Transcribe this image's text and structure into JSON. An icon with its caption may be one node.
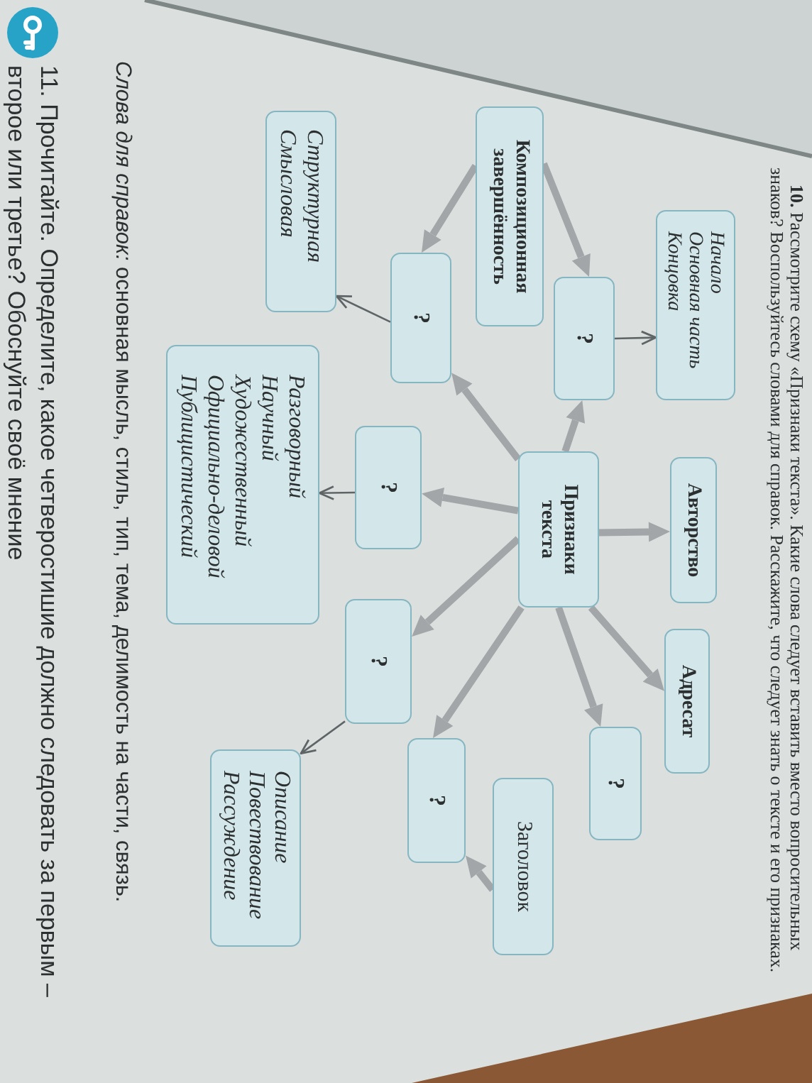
{
  "diagram": {
    "nodes": [
      {
        "text": [
          "Начало",
          "Основная часть",
          "Концовка"
        ]
      },
      {
        "text": [
          "Авторство"
        ]
      },
      {
        "text": [
          "Адресат"
        ]
      },
      {
        "text": [
          "?"
        ]
      },
      {
        "text": [
          "?"
        ]
      },
      {
        "text": [
          "Признаки текста"
        ]
      },
      {
        "text": [
          "Заголовок"
        ]
      },
      {
        "text": [
          "Композиционная завершённость"
        ]
      },
      {
        "text": [
          "?"
        ]
      },
      {
        "text": [
          "?"
        ]
      },
      {
        "text": [
          "?"
        ]
      },
      {
        "text": [
          "?"
        ]
      },
      {
        "text": [
          "Структурная",
          "Смысловая"
        ]
      },
      {
        "text": [
          "Разговорный",
          "Научный",
          "Художественный",
          "Официально-деловой",
          "Публицистический"
        ]
      },
      {
        "text": [
          "Описание",
          "Повествование",
          "Рассуждение"
        ]
      }
    ],
    "edges": [
      {
        "from": 5,
        "to": 1,
        "arrow": "to"
      },
      {
        "from": 5,
        "to": 2,
        "arrow": "to"
      },
      {
        "from": 5,
        "to": 3,
        "arrow": "to"
      },
      {
        "from": 5,
        "to": 4,
        "arrow": "to"
      },
      {
        "from": 5,
        "to": 8,
        "arrow": "to"
      },
      {
        "from": 5,
        "to": 11,
        "arrow": "to"
      },
      {
        "from": 5,
        "to": 10,
        "arrow": "to"
      },
      {
        "from": 5,
        "to": 9,
        "arrow": "to"
      },
      {
        "from": 7,
        "to": 4,
        "arrow": "to"
      },
      {
        "from": 7,
        "to": 9,
        "arrow": "to"
      },
      {
        "from": 6,
        "to": 8,
        "arrow": "to"
      },
      {
        "from": 4,
        "to": 0,
        "arrow": "to",
        "color": "#5f6566"
      },
      {
        "from": 9,
        "to": 12,
        "arrow": "to",
        "color": "#5f6566"
      },
      {
        "from": 10,
        "to": 13,
        "arrow": "to",
        "color": "#5f6566"
      },
      {
        "from": 11,
        "to": 14,
        "arrow": "to",
        "color": "#5f6566"
      }
    ],
    "labels": [
      "**10.** Рассмотрите схему «Признаки текста». Какие слова следует вставить вместо вопросительных знаков? Воспользуйтесь словами для справок. Расскажите, что следует знать о тексте и его признаках.",
      "*Слова для справок:* основная мысль, стиль, тип, тема, делимость на части, связь.",
      "11. Прочитайте. Определите, какое четверостишие должно следовать за первым – второе или третье? Обоснуйте своё мнение"
    ]
  }
}
